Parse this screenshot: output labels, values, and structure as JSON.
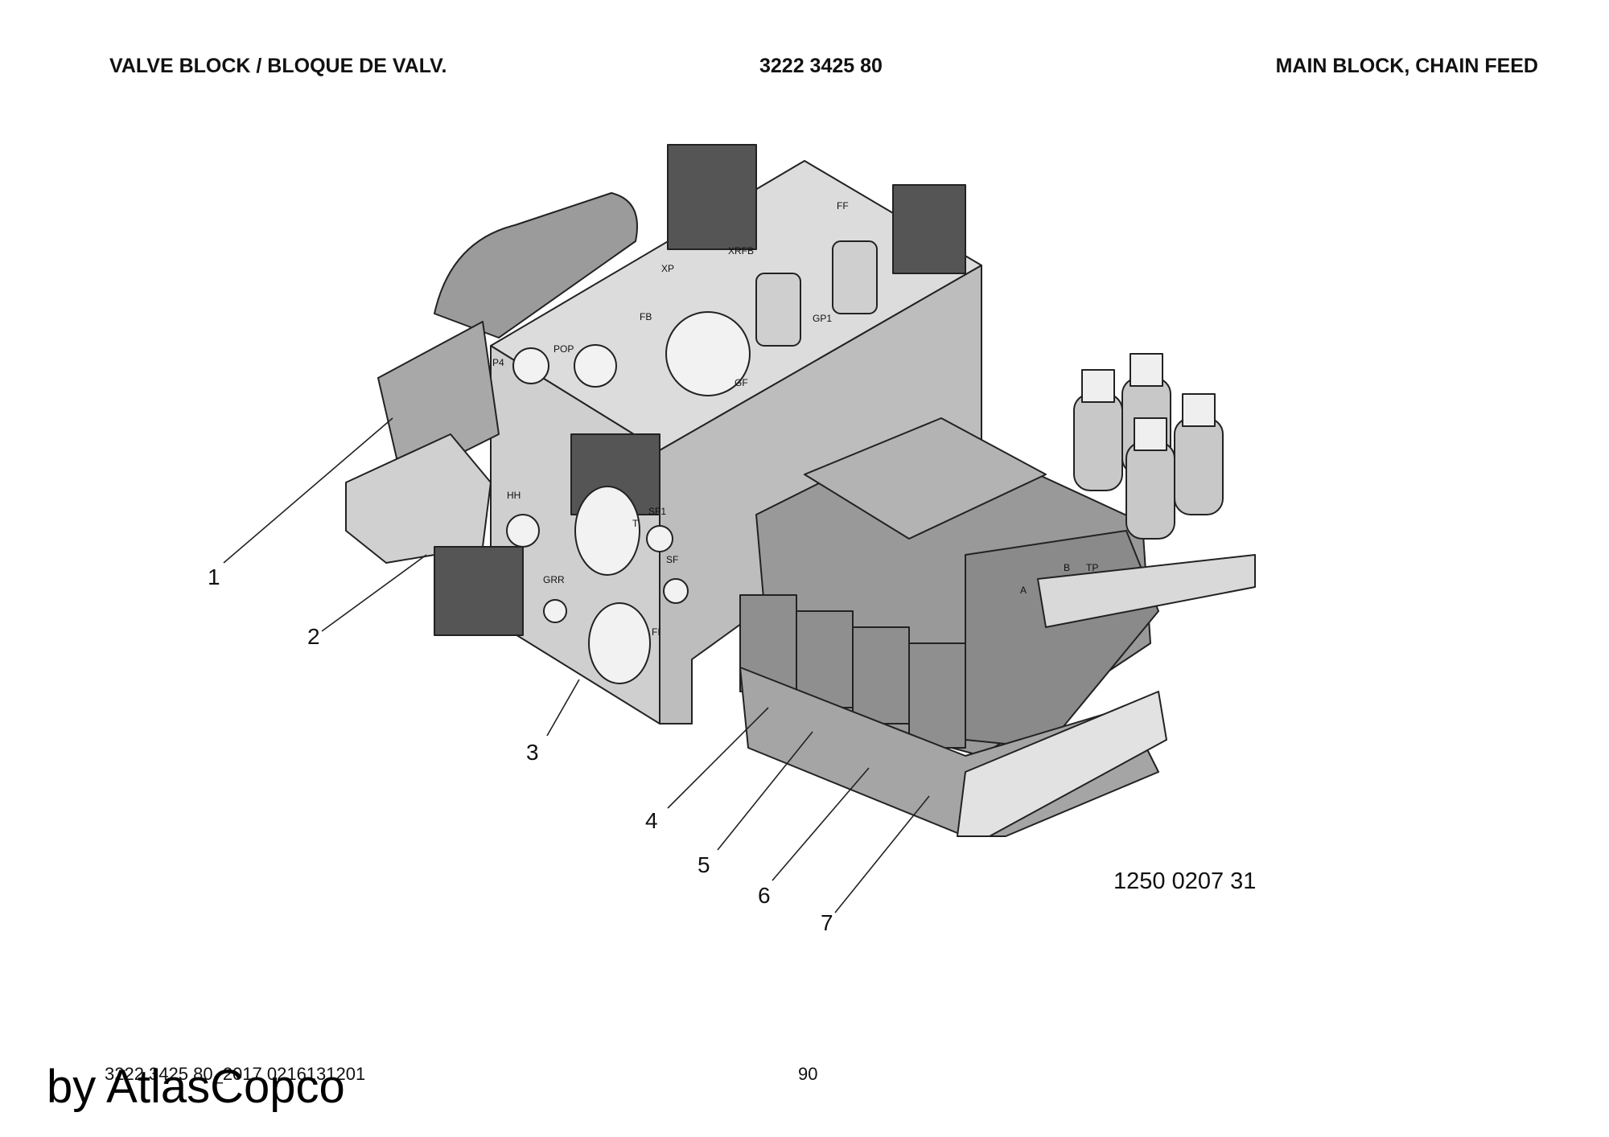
{
  "header": {
    "left": "VALVE BLOCK / BLOQUE DE VALV.",
    "center": "3222 3425 80",
    "right": "MAIN BLOCK, CHAIN FEED"
  },
  "callouts": [
    "1",
    "2",
    "3",
    "4",
    "5",
    "6",
    "7"
  ],
  "drawing_number": "1250 0207 31",
  "port_labels": [
    "XP",
    "XRFB",
    "FF",
    "FB",
    "POP",
    "GP1",
    "GF",
    "P4",
    "HH",
    "SF1",
    "T",
    "SF",
    "GRR",
    "FI",
    "A",
    "B",
    "TP"
  ],
  "footer": {
    "code": "3222 3425 80_2017 0216131201",
    "page": "90"
  },
  "watermark": "by AtlasCopco"
}
